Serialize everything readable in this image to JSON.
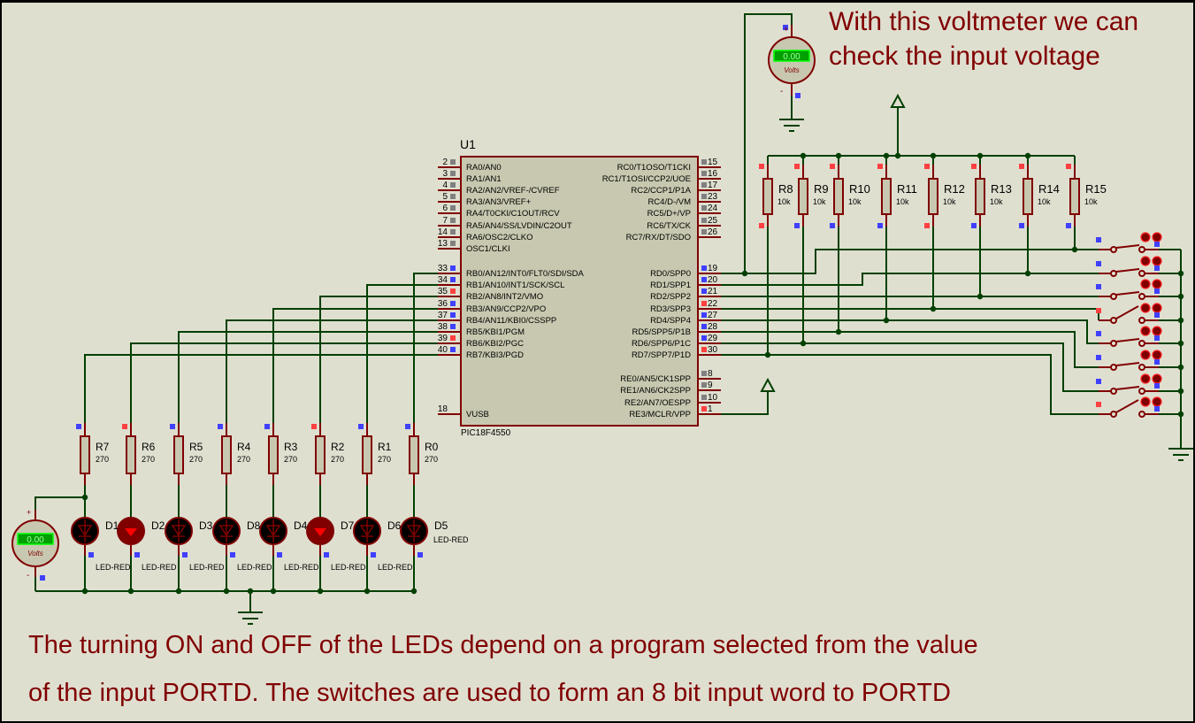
{
  "annotations": {
    "top_lines": [
      "With this voltmeter we can",
      "check the input voltage"
    ],
    "bottom_lines": [
      "The turning ON and OFF of the LEDs depend on a program selected from the value",
      "of the input PORTD. The switches are used to form an 8 bit input word to  PORTD"
    ]
  },
  "colors": {
    "background": "#dfdfd0",
    "wire": "#004000",
    "component": "#800000",
    "component_fill": "#c8c8b0",
    "pin_high": "#ff4040",
    "pin_low": "#4040ff",
    "pin_float": "#808080",
    "led_lit": "#ff0000",
    "led_off": "#000000",
    "display_green": "#00a000",
    "text": "#800000"
  },
  "chip": {
    "ref": "U1",
    "part": "PIC18F4550",
    "left_pins": [
      {
        "num": "2",
        "name": "RA0/AN0",
        "state": "float"
      },
      {
        "num": "3",
        "name": "RA1/AN1",
        "state": "float"
      },
      {
        "num": "4",
        "name": "RA2/AN2/VREF-/CVREF",
        "state": "float"
      },
      {
        "num": "5",
        "name": "RA3/AN3/VREF+",
        "state": "float"
      },
      {
        "num": "6",
        "name": "RA4/T0CKI/C1OUT/RCV",
        "state": "float"
      },
      {
        "num": "7",
        "name": "RA5/AN4/SS/LVDIN/C2OUT",
        "state": "float"
      },
      {
        "num": "14",
        "name": "RA6/OSC2/CLKO",
        "state": "float"
      },
      {
        "num": "13",
        "name": "OSC1/CLKI",
        "state": "float"
      },
      {
        "num": "33",
        "name": "RB0/AN12/INT0/FLT0/SDI/SDA",
        "state": "low"
      },
      {
        "num": "34",
        "name": "RB1/AN10/INT1/SCK/SCL",
        "state": "low"
      },
      {
        "num": "35",
        "name": "RB2/AN8/INT2/VMO",
        "state": "high"
      },
      {
        "num": "36",
        "name": "RB3/AN9/CCP2/VPO",
        "state": "low"
      },
      {
        "num": "37",
        "name": "RB4/AN11/KBI0/CSSPP",
        "state": "low"
      },
      {
        "num": "38",
        "name": "RB5/KBI1/PGM",
        "state": "low"
      },
      {
        "num": "39",
        "name": "RB6/KBI2/PGC",
        "state": "high"
      },
      {
        "num": "40",
        "name": "RB7/KBI3/PGD",
        "state": "low"
      },
      {
        "num": "18",
        "name": "VUSB",
        "state": "none"
      }
    ],
    "right_pins": [
      {
        "num": "15",
        "name": "RC0/T1OSO/T1CKI",
        "state": "float"
      },
      {
        "num": "16",
        "name": "RC1/T1OSI/CCP2/UOE",
        "state": "float"
      },
      {
        "num": "17",
        "name": "RC2/CCP1/P1A",
        "state": "float"
      },
      {
        "num": "23",
        "name": "RC4/D-/VM",
        "state": "float"
      },
      {
        "num": "24",
        "name": "RC5/D+/VP",
        "state": "float"
      },
      {
        "num": "25",
        "name": "RC6/TX/CK",
        "state": "float"
      },
      {
        "num": "26",
        "name": "RC7/RX/DT/SDO",
        "state": "float"
      },
      {
        "num": "19",
        "name": "RD0/SPP0",
        "state": "low"
      },
      {
        "num": "20",
        "name": "RD1/SPP1",
        "state": "low"
      },
      {
        "num": "21",
        "name": "RD2/SPP2",
        "state": "low"
      },
      {
        "num": "22",
        "name": "RD3/SPP3",
        "state": "high"
      },
      {
        "num": "27",
        "name": "RD4/SPP4",
        "state": "low"
      },
      {
        "num": "28",
        "name": "RD5/SPP5/P1B",
        "state": "low"
      },
      {
        "num": "29",
        "name": "RD6/SPP6/P1C",
        "state": "low"
      },
      {
        "num": "30",
        "name": "RD7/SPP7/P1D",
        "state": "high"
      },
      {
        "num": "8",
        "name": "RE0/AN5/CK1SPP",
        "state": "float"
      },
      {
        "num": "9",
        "name": "RE1/AN6/CK2SPP",
        "state": "float"
      },
      {
        "num": "10",
        "name": "RE2/AN7/OESPP",
        "state": "float"
      },
      {
        "num": "1",
        "name": "RE3/MCLR/VPP",
        "state": "high"
      }
    ]
  },
  "led_resistors": [
    {
      "ref": "R7",
      "value": "270",
      "state": "low"
    },
    {
      "ref": "R6",
      "value": "270",
      "state": "high"
    },
    {
      "ref": "R5",
      "value": "270",
      "state": "low"
    },
    {
      "ref": "R4",
      "value": "270",
      "state": "low"
    },
    {
      "ref": "R3",
      "value": "270",
      "state": "low"
    },
    {
      "ref": "R2",
      "value": "270",
      "state": "high"
    },
    {
      "ref": "R1",
      "value": "270",
      "state": "low"
    },
    {
      "ref": "R0",
      "value": "270",
      "state": "low"
    }
  ],
  "leds": [
    {
      "ref": "D1",
      "part": "LED-RED",
      "lit": false
    },
    {
      "ref": "D2",
      "part": "LED-RED",
      "lit": true
    },
    {
      "ref": "D3",
      "part": "LED-RED",
      "lit": false
    },
    {
      "ref": "D8",
      "part": "LED-RED",
      "lit": false
    },
    {
      "ref": "D4",
      "part": "LED-RED",
      "lit": false
    },
    {
      "ref": "D7",
      "part": "LED-RED",
      "lit": true
    },
    {
      "ref": "D6",
      "part": "LED-RED",
      "lit": false
    },
    {
      "ref": "D5",
      "part": "LED-RED",
      "lit": false
    }
  ],
  "pullups": [
    {
      "ref": "R8",
      "value": "10k",
      "bottom_state": "high"
    },
    {
      "ref": "R9",
      "value": "10k",
      "bottom_state": "low"
    },
    {
      "ref": "R10",
      "value": "10k",
      "bottom_state": "low"
    },
    {
      "ref": "R11",
      "value": "10k",
      "bottom_state": "low"
    },
    {
      "ref": "R12",
      "value": "10k",
      "bottom_state": "high"
    },
    {
      "ref": "R13",
      "value": "10k",
      "bottom_state": "low"
    },
    {
      "ref": "R14",
      "value": "10k",
      "bottom_state": "low"
    },
    {
      "ref": "R15",
      "value": "10k",
      "bottom_state": "low"
    }
  ],
  "switches": [
    {
      "closed": true
    },
    {
      "closed": true
    },
    {
      "closed": true
    },
    {
      "closed": false
    },
    {
      "closed": true
    },
    {
      "closed": true
    },
    {
      "closed": true
    },
    {
      "closed": false
    }
  ],
  "voltmeters": [
    {
      "reading": "0.00",
      "unit": "Volts",
      "plus": "+",
      "minus": "-"
    },
    {
      "reading": "0.00",
      "unit": "Volts",
      "plus": "+",
      "minus": "-"
    }
  ]
}
